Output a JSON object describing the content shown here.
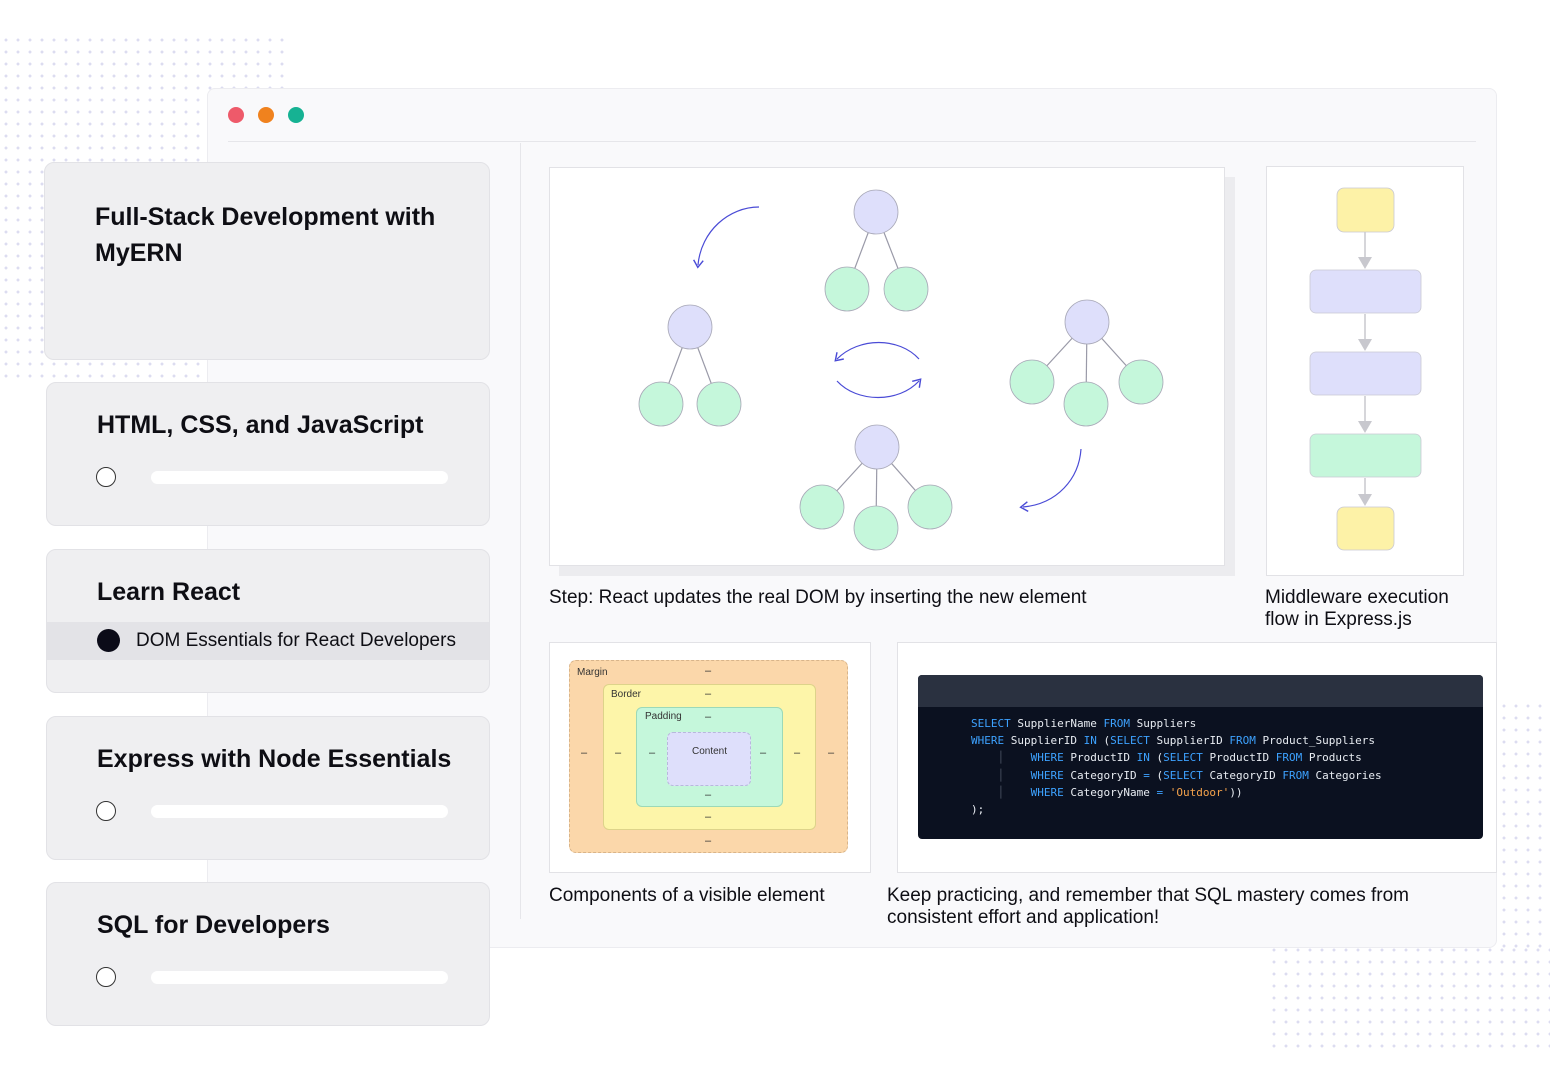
{
  "colors": {
    "traffic_red": "#ee5a6a",
    "traffic_orange": "#f0821e",
    "traffic_green": "#16b293",
    "node_lavender": "#dedffb",
    "node_mint": "#c5f7db",
    "node_yellow": "#fdf2a7",
    "arrow": "#4a4bd6",
    "margin": "#fbd7aa",
    "border": "#fdf5a9",
    "padding": "#c5f7db",
    "content": "#dedffb"
  },
  "sidebar": {
    "course_title": "Full-Stack Development with MyERN",
    "modules": [
      {
        "title": "HTML, CSS, and JavaScript"
      },
      {
        "title": "Learn React",
        "active_lesson": "DOM Essentials for React Developers"
      },
      {
        "title": "Express with Node Essentials"
      },
      {
        "title": "SQL for Developers"
      }
    ]
  },
  "captions": {
    "dom_step": "Step: React updates the real DOM by inserting the new element",
    "middleware": "Middleware execution flow in Express.js",
    "box_model": "Components of a visible element",
    "sql": "Keep practicing, and remember that SQL mastery comes from consistent effort and application!"
  },
  "box_model": {
    "margin": "Margin",
    "border": "Border",
    "padding": "Padding",
    "content": "Content",
    "dash": "–"
  },
  "sql_code": {
    "l1_kw1": "SELECT",
    "l1_a": " SupplierName ",
    "l1_kw2": "FROM",
    "l1_b": " Suppliers",
    "l2_kw1": "WHERE",
    "l2_a": " SupplierID ",
    "l2_kw2": "IN",
    "l2_b": " (",
    "l2_kw3": "SELECT",
    "l2_c": " SupplierID ",
    "l2_kw4": "FROM",
    "l2_d": " Product_Suppliers",
    "l3_kw1": "WHERE",
    "l3_a": " ProductID ",
    "l3_kw2": "IN",
    "l3_b": " (",
    "l3_kw3": "SELECT",
    "l3_c": " ProductID ",
    "l3_kw4": "FROM",
    "l3_d": " Products",
    "l4_kw1": "WHERE",
    "l4_a": " CategoryID ",
    "l4_kw2": "=",
    "l4_b": " (",
    "l4_kw3": "SELECT",
    "l4_c": " CategoryID ",
    "l4_kw4": "FROM",
    "l4_d": " Categories",
    "l5_kw1": "WHERE",
    "l5_a": " CategoryName ",
    "l5_kw2": "=",
    "l5_str": " 'Outdoor'",
    "l5_b": "))",
    "l6": ");"
  }
}
